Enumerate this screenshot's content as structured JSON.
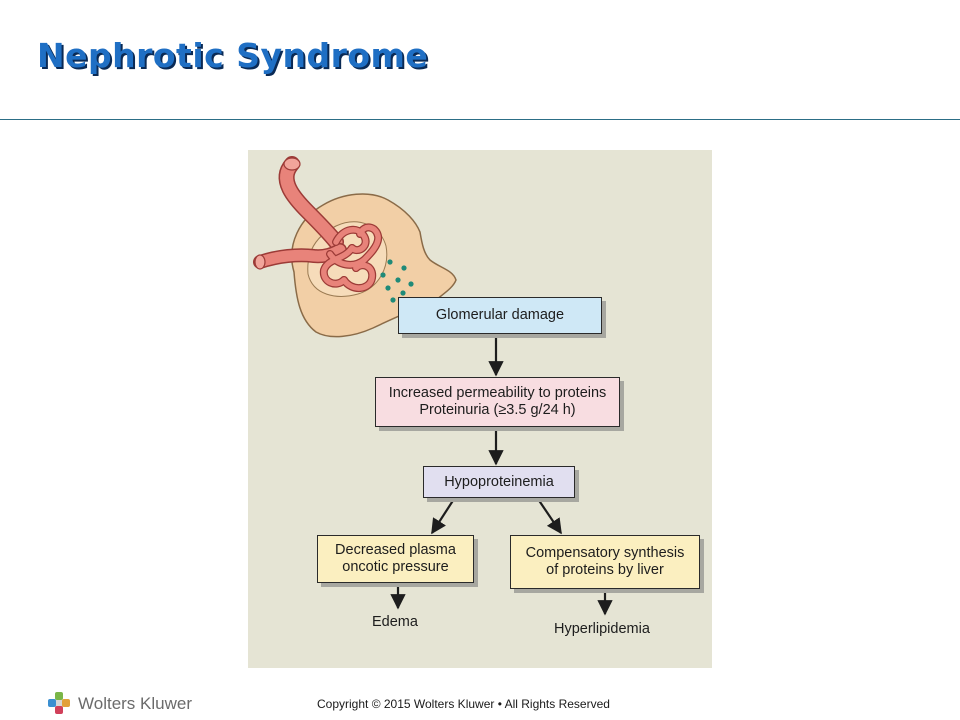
{
  "slide": {
    "title": "Nephrotic Syndrome"
  },
  "diagram": {
    "boxes": {
      "glomerular_damage": [
        "Glomerular damage"
      ],
      "increased_permeability": [
        "Increased permeability to proteins",
        "Proteinuria (≥3.5 g/24 h)"
      ],
      "hypoproteinemia": [
        "Hypoproteinemia"
      ],
      "decreased_oncotic": [
        "Decreased plasma",
        "oncotic pressure"
      ],
      "compensatory_synthesis": [
        "Compensatory synthesis",
        "of proteins by liver"
      ]
    },
    "outcomes": {
      "edema": "Edema",
      "hyperlipidemia": "Hyperlipidemia"
    },
    "colors": {
      "background": "#e5e4d4",
      "blue_box": "#cfe8f6",
      "pink_box": "#f8dde1",
      "lavender_box": "#e1dff0",
      "yellow_box": "#fbefc0",
      "vessel": "#e8837a",
      "capsule": "#f2cfa6",
      "protein_dots": "#1f8a78"
    }
  },
  "footer": {
    "copyright": "Copyright © 2015 Wolters Kluwer • All Rights Reserved",
    "brand": "Wolters Kluwer",
    "logo_icon": "wolters-kluwer-logo-icon"
  }
}
